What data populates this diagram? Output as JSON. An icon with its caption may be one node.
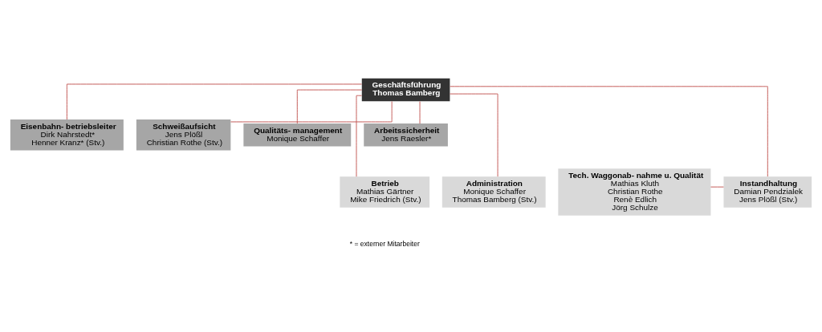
{
  "diagram": {
    "nodes": [
      {
        "text": [
          "Geschäftsführung",
          "Thomas Bamberg"
        ]
      },
      {
        "text": [
          "Eisenbahn- betriebsleiter",
          "Dirk Nahrstedt*",
          "Henner Kranz* (Stv.)"
        ]
      },
      {
        "text": [
          "Schweißaufsicht",
          "Jens Plößl",
          "Christian Rothe (Stv.)"
        ]
      },
      {
        "text": [
          "Qualitäts- management",
          "Monique Schaffer"
        ]
      },
      {
        "text": [
          "Arbeitssicherheit",
          "Jens Raesler*"
        ]
      },
      {
        "text": [
          "Betrieb",
          "Mathias Gärtner",
          "Mike Friedrich (Stv.)"
        ]
      },
      {
        "text": [
          "Administration",
          "Monique Schaffer",
          "Thomas Bamberg (Stv.)"
        ]
      },
      {
        "text": [
          "Tech. Waggonab- nahme u. Qualität",
          "Mathias Kluth",
          "Christian Rothe",
          "Renè Edlich",
          "Jörg Schulze"
        ]
      },
      {
        "text": [
          "Instandhaltung",
          "Damian Pendzialek",
          "Jens Plößl (Stv.)"
        ]
      }
    ],
    "edges": [
      {
        "from": 0,
        "to": 1,
        "arrow": "none"
      },
      {
        "from": 0,
        "to": 2,
        "arrow": "none"
      },
      {
        "from": 0,
        "to": 3,
        "arrow": "none"
      },
      {
        "from": 0,
        "to": 4,
        "arrow": "none"
      },
      {
        "from": 0,
        "to": 5,
        "arrow": "none"
      },
      {
        "from": 0,
        "to": 6,
        "arrow": "none"
      },
      {
        "from": 0,
        "to": 8,
        "arrow": "none"
      },
      {
        "from": 7,
        "to": 8,
        "arrow": "none"
      }
    ],
    "labels": [
      "* = externer Mitarbeiter"
    ]
  }
}
